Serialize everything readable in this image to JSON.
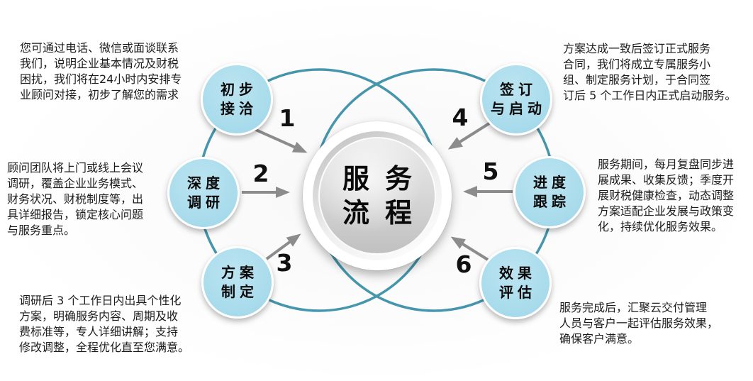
{
  "diagram": {
    "center_title_line1": "服务",
    "center_title_line2": "流程"
  },
  "colors": {
    "outline_teal": "#4596ad",
    "step_circle_blue": "#a7dbeb",
    "arrow_gray": "#8c8c8c",
    "center_circle_gray": "#d9d9d9",
    "text_black": "#1c1c1c"
  },
  "steps": [
    {
      "number": "1",
      "label_line1": "初步",
      "label_line2": "接洽",
      "description": "您可通过电话、微信或面谈联系\n我们，说明企业基本情况及财税\n困扰，我们将在24小时内安排专\n业顾问对接，初步了解您的需求"
    },
    {
      "number": "2",
      "label_line1": "深度",
      "label_line2": "调研",
      "description": "顾问团队将上门或线上会议\n调研，覆盖企业业务模式、\n财务状况、财税制度等，出\n具详细报告，锁定核心问题\n与服务重点。"
    },
    {
      "number": "3",
      "label_line1": "方案",
      "label_line2": "制定",
      "description": "调研后 3 个工作日内出具个性化\n方案，明确服务内容、周期及收\n费标准等，专人详细讲解；支持\n修改调整，全程优化直至您满意。"
    },
    {
      "number": "4",
      "label_line1": "签订",
      "label_line2": "与启动",
      "description": "方案达成一致后签订正式服务\n合同，我们将成立专属服务小\n组、制定服务计划，于合同签\n订后 5 个工作日内正式启动服务。"
    },
    {
      "number": "5",
      "label_line1": "进度",
      "label_line2": "跟踪",
      "description": "服务期间，每月复盘同步进\n展成果、收集反馈；季度开\n展财税健康检查，动态调整\n方案适配企业发展与政策变\n化，持续优化服务效果。"
    },
    {
      "number": "6",
      "label_line1": "效果",
      "label_line2": "评估",
      "description": "服务完成后，汇聚云交付管理\n人员与客户一起评估服务效果，\n确保客户满意。"
    }
  ]
}
